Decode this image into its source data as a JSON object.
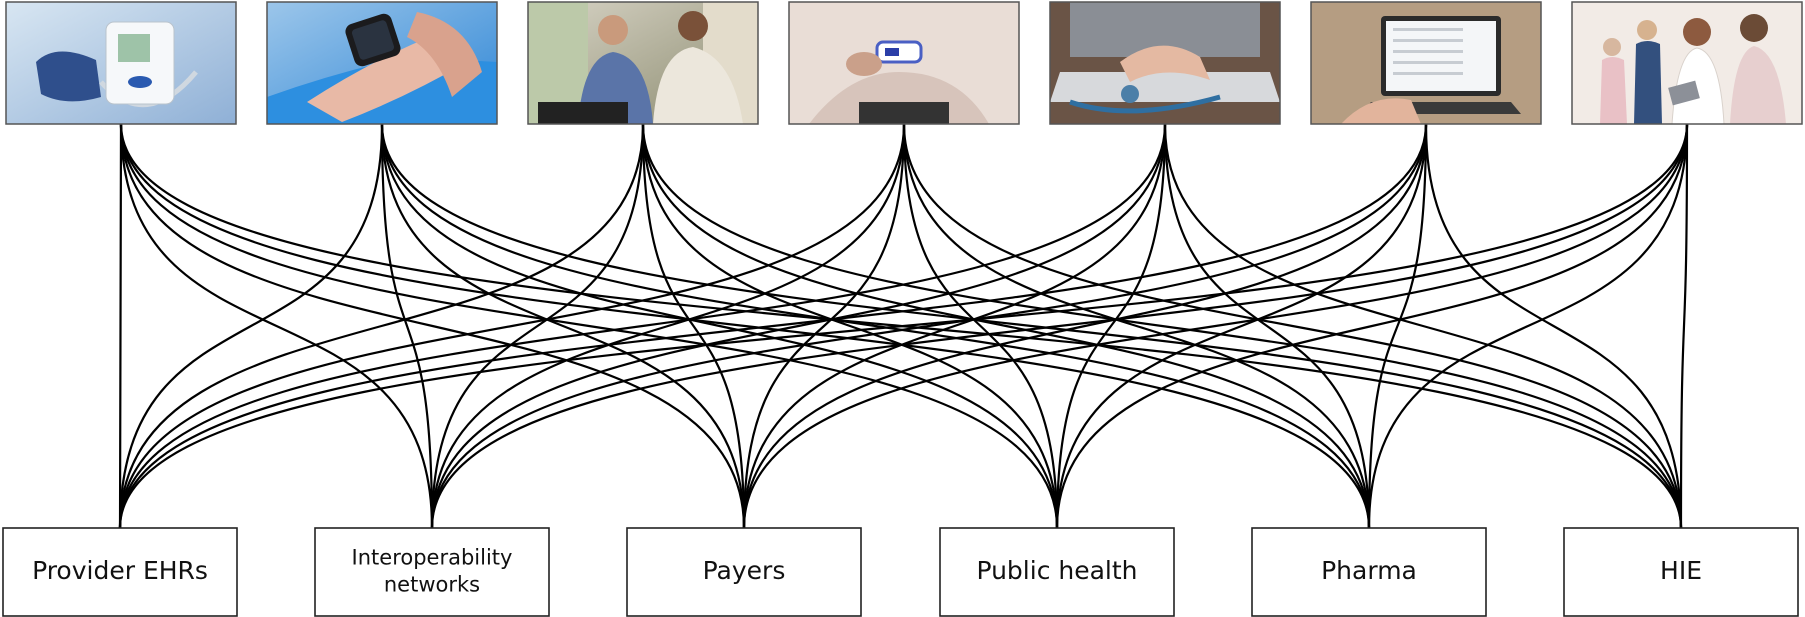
{
  "sources": [
    {
      "name": "blood-pressure-monitor-photo",
      "subject": "blood-pressure-monitor",
      "colors": {
        "bg1": "#d8e6f2",
        "bg2": "#8fb0d6"
      }
    },
    {
      "name": "smartwatch-photo",
      "subject": "smartwatch",
      "colors": {
        "bg1": "#9cc6ea",
        "bg2": "#2e86d6"
      }
    },
    {
      "name": "doctor-patient-consultation-photo",
      "subject": "consultation",
      "colors": {
        "bg1": "#d8d4c6",
        "bg2": "#8a8a6e"
      }
    },
    {
      "name": "pulse-oximeter-photo",
      "subject": "pulse-oximeter",
      "colors": {
        "bg1": "#ece1dc",
        "bg2": "#c9b3ac"
      }
    },
    {
      "name": "laptop-stethoscope-photo",
      "subject": "laptop-stethoscope",
      "colors": {
        "bg1": "#a78f80",
        "bg2": "#5e4c40"
      }
    },
    {
      "name": "laptop-dashboard-photo",
      "subject": "laptop-dashboard",
      "colors": {
        "bg1": "#cdb79c",
        "bg2": "#7a6656"
      }
    },
    {
      "name": "clinic-tablet-photo",
      "subject": "clinic-tablet",
      "colors": {
        "bg1": "#efe6e0",
        "bg2": "#c9b9ae"
      }
    }
  ],
  "destinations": [
    {
      "name": "provider-ehrs-box",
      "lines": [
        "Provider EHRs"
      ]
    },
    {
      "name": "interoperability-networks-box",
      "lines": [
        "Interoperability",
        "networks"
      ]
    },
    {
      "name": "payers-box",
      "lines": [
        "Payers"
      ]
    },
    {
      "name": "public-health-box",
      "lines": [
        "Public health"
      ]
    },
    {
      "name": "pharma-box",
      "lines": [
        "Pharma"
      ]
    },
    {
      "name": "hie-box",
      "lines": [
        "HIE"
      ]
    }
  ],
  "connections": "all-to-all",
  "colors": {
    "line": "#000000",
    "box_border": "#222222",
    "text": "#111111"
  }
}
